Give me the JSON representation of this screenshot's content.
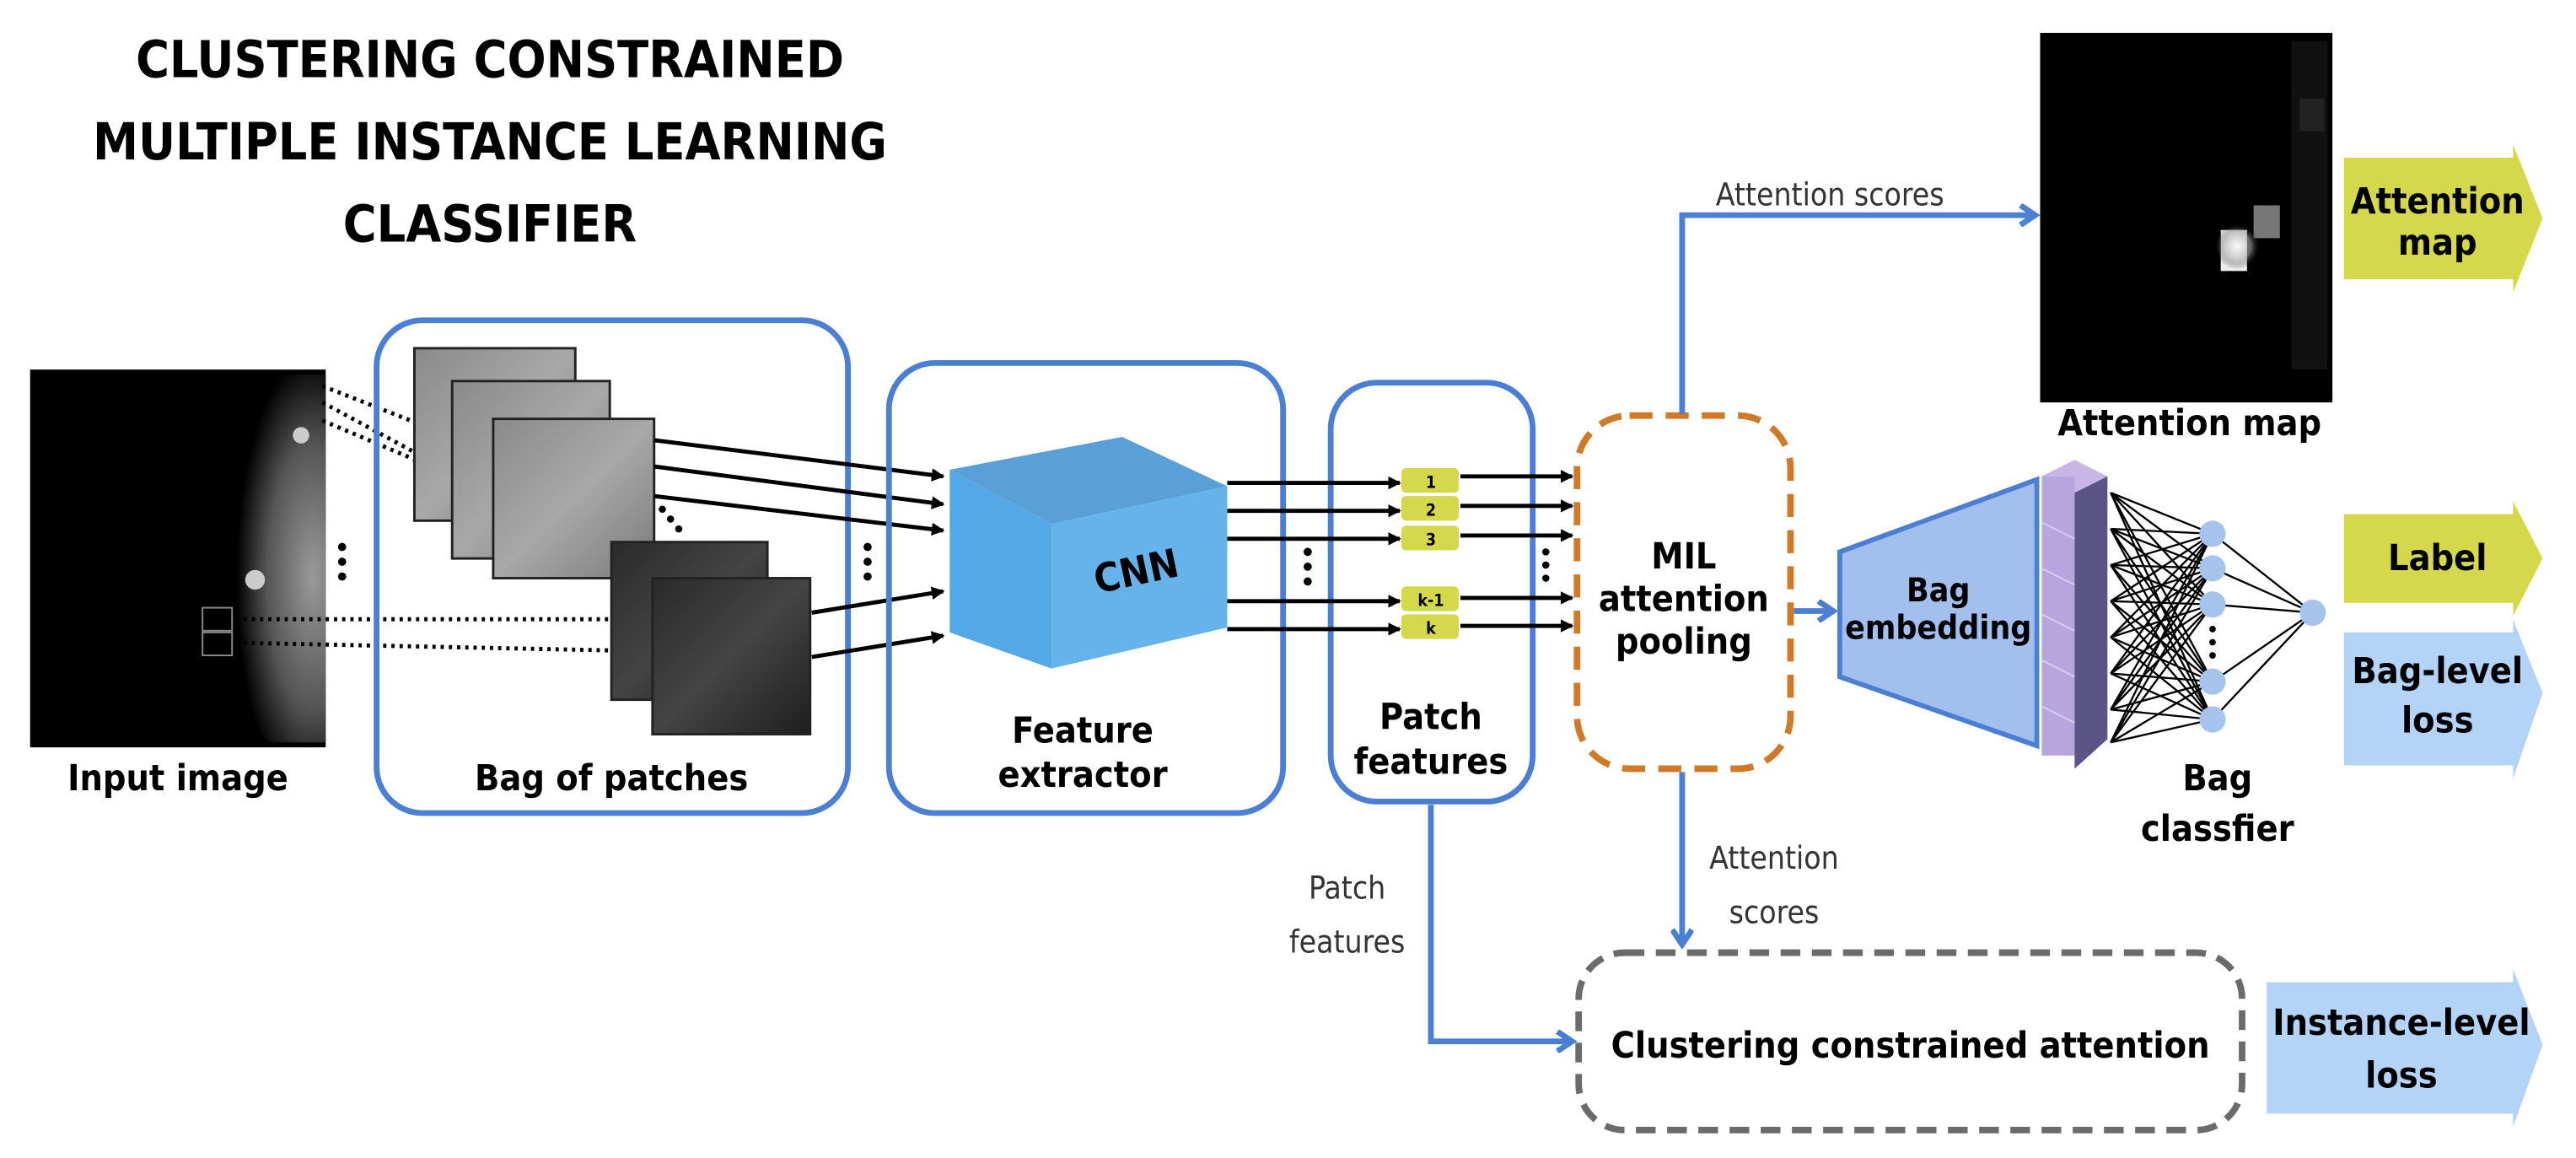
{
  "title": {
    "line1": "CLUSTERING CONSTRAINED",
    "line2": "MULTIPLE INSTANCE LEARNING",
    "line3": "CLASSIFIER"
  },
  "stages": {
    "input_image": "Input image",
    "bag_of_patches": "Bag of patches",
    "cnn": "CNN",
    "feature_extractor_1": "Feature",
    "feature_extractor_2": "extractor",
    "patch_features_1": "Patch",
    "patch_features_2": "features",
    "mil_1": "MIL",
    "mil_2": "attention",
    "mil_3": "pooling",
    "bag_embedding_1": "Bag",
    "bag_embedding_2": "embedding",
    "bag_classifier_1": "Bag",
    "bag_classifier_2": "classfier",
    "attention_map": "Attention map",
    "clustering": "Clustering constrained attention"
  },
  "feature_chips": [
    "1",
    "2",
    "3",
    "k-1",
    "k"
  ],
  "edge_labels": {
    "attention_scores_top": "Attention scores",
    "attention_scores_down_1": "Attention",
    "attention_scores_down_2": "scores",
    "patch_features_1": "Patch",
    "patch_features_2": "features"
  },
  "outputs": {
    "attention_map_1": "Attention",
    "attention_map_2": "map",
    "label": "Label",
    "bag_loss_1": "Bag-level",
    "bag_loss_2": "loss",
    "instance_loss_1": "Instance-level",
    "instance_loss_2": "loss"
  },
  "colors": {
    "box_blue": "#4a7fd4",
    "mil_orange": "#d07a28",
    "cluster_gray": "#6b6b6b",
    "output_yellow": "#d4d84a",
    "output_lightblue": "#b3d3f7",
    "cnn_blue": "#62aee8",
    "embed_blue": "#a3bfee",
    "neuron": "#a6c3ee"
  }
}
